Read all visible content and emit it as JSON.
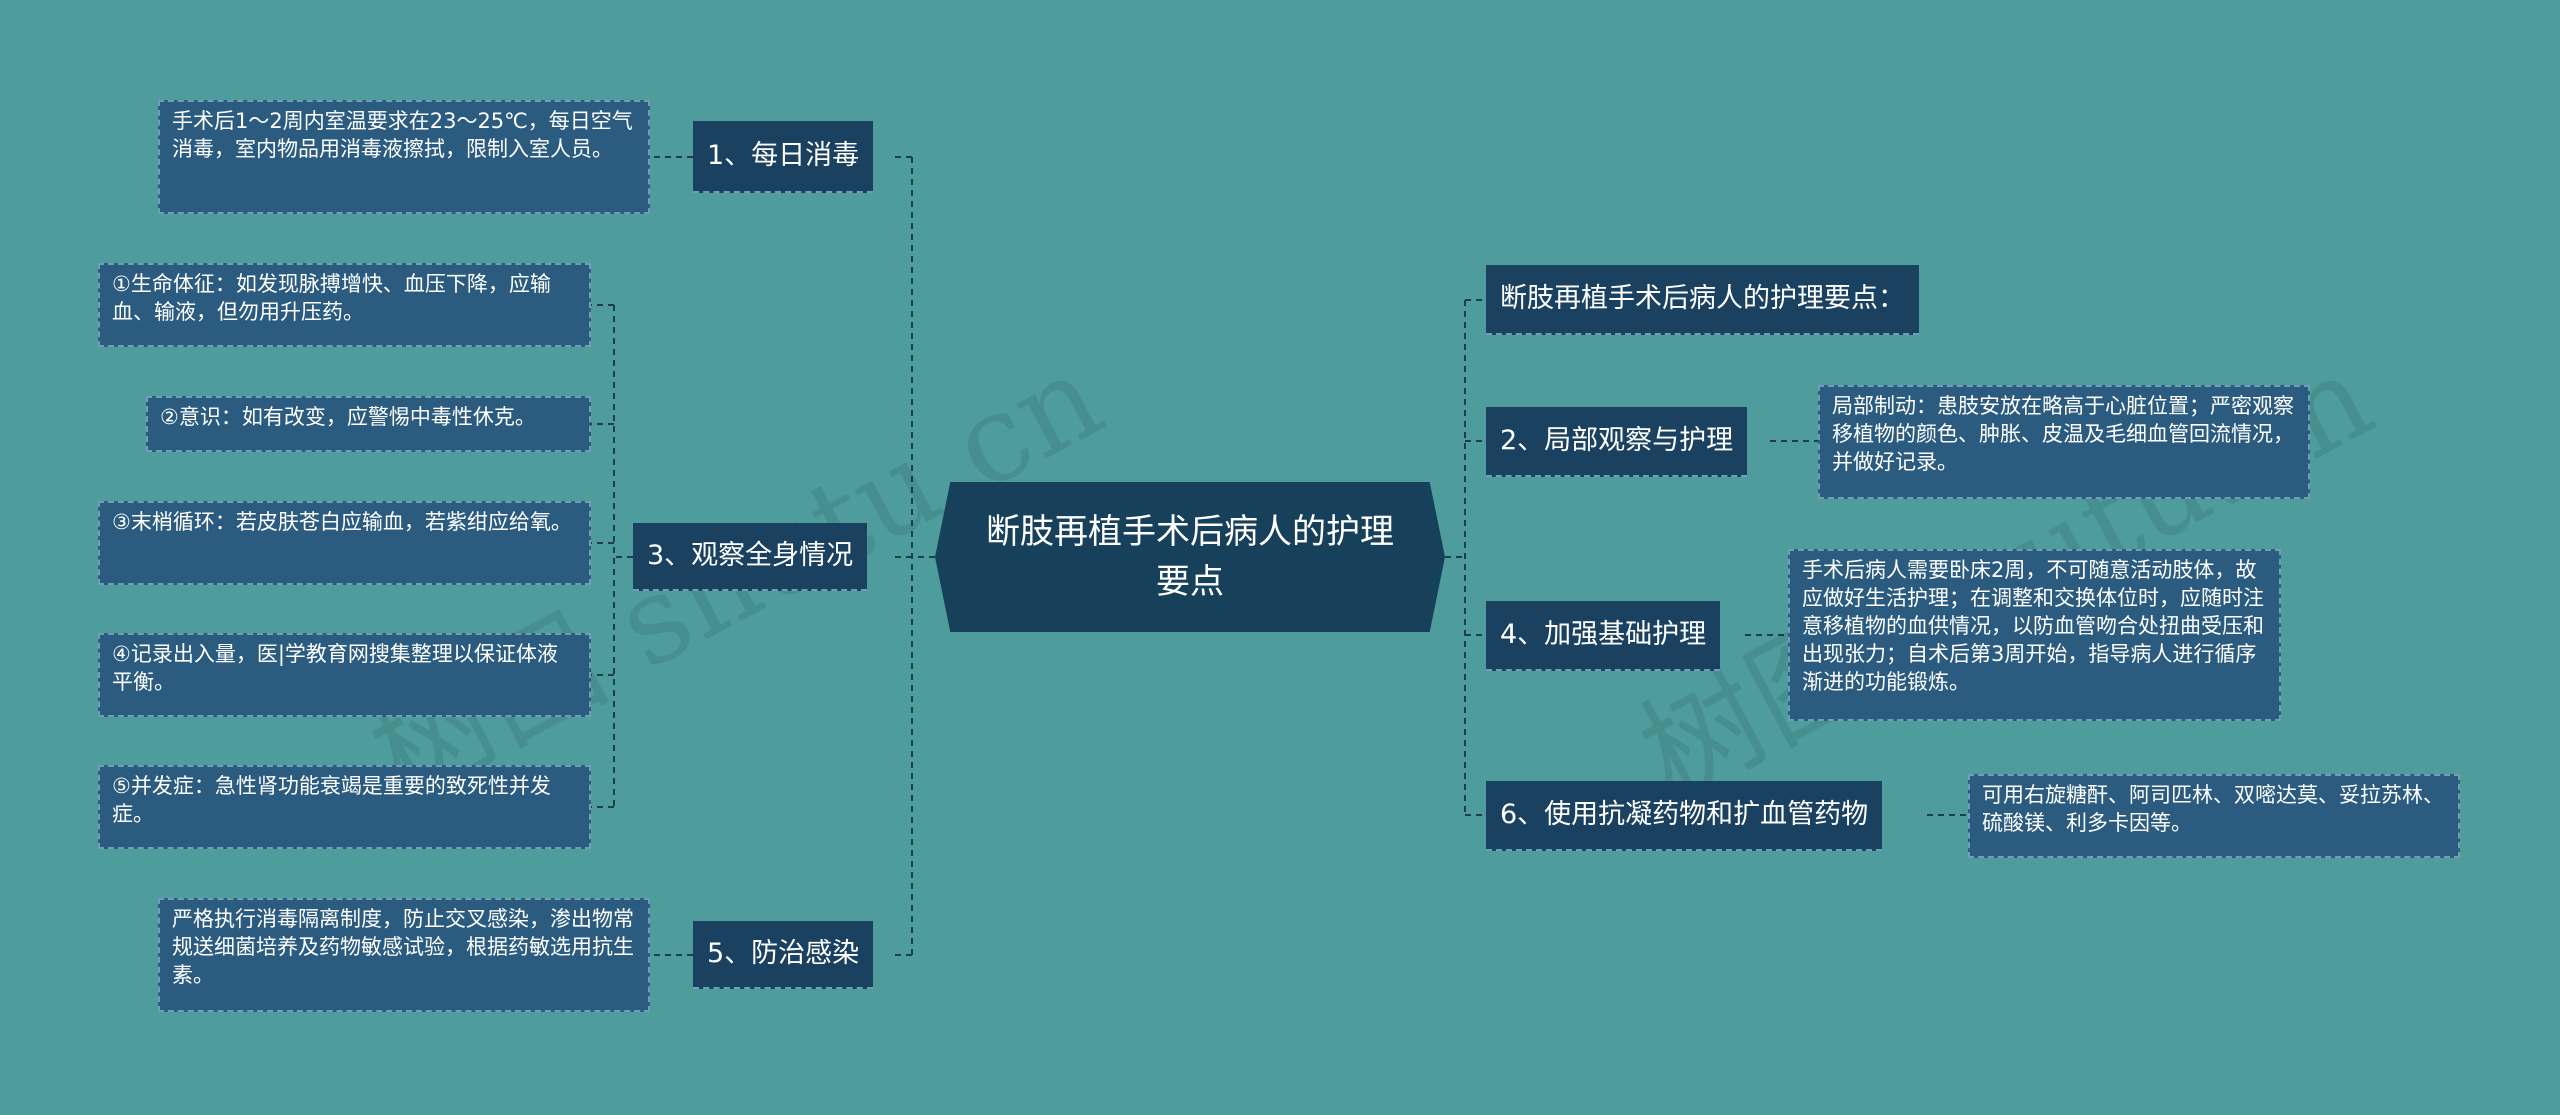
{
  "center": {
    "title": "断肢再植手术后病人的护理要点"
  },
  "left": [
    {
      "label": "1、每日消毒",
      "leaves": [
        "手术后1～2周内室温要求在23～25℃，每日空气消毒，室内物品用消毒液擦拭，限制入室人员。"
      ]
    },
    {
      "label": "3、观察全身情况",
      "leaves": [
        "①生命体征：如发现脉搏增快、血压下降，应输血、输液，但勿用升压药。",
        "②意识：如有改变，应警惕中毒性休克。",
        "③末梢循环：若皮肤苍白应输血，若紫绀应给氧。",
        "④记录出入量，医|学教育网搜集整理以保证体液平衡。",
        "⑤并发症：急性肾功能衰竭是重要的致死性并发症。"
      ]
    },
    {
      "label": "5、防治感染",
      "leaves": [
        "严格执行消毒隔离制度，防止交叉感染，渗出物常规送细菌培养及药物敏感试验，根据药敏选用抗生素。"
      ]
    }
  ],
  "right": [
    {
      "label": "断肢再植手术后病人的护理要点：",
      "leaves": []
    },
    {
      "label": "2、局部观察与护理",
      "leaves": [
        "局部制动：患肢安放在略高于心脏位置；严密观察移植物的颜色、肿胀、皮温及毛细血管回流情况，并做好记录。"
      ]
    },
    {
      "label": "4、加强基础护理",
      "leaves": [
        "手术后病人需要卧床2周，不可随意活动肢体，故应做好生活护理；在调整和交换体位时，应随时注意移植物的血供情况，以防血管吻合处扭曲受压和出现张力；自术后第3周开始，指导病人进行循序渐进的功能锻炼。"
      ]
    },
    {
      "label": "6、使用抗凝药物和扩血管药物",
      "leaves": [
        "可用右旋糖酐、阿司匹林、双嘧达莫、妥拉苏林、硫酸镁、利多卡因等。"
      ]
    }
  ],
  "watermark": "树图 shutu.cn"
}
